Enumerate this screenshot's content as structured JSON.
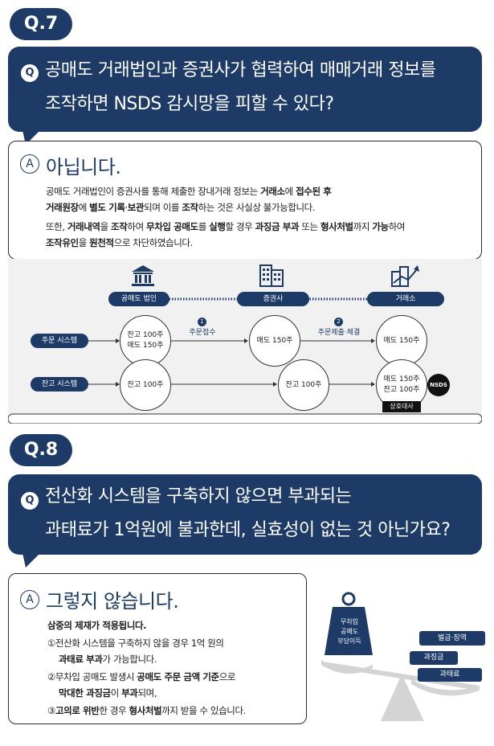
{
  "q7": {
    "tag": "Q.7",
    "icon": "Q",
    "question_line1": "공매도 거래법인과 증권사가 협력하여 매매거래 정보를",
    "question_line2": "조작하면 NSDS 감시망을 피할 수 있다?",
    "answer_icon": "A",
    "answer_title": "아닙니다.",
    "p1_l1_a": "공매도 거래법인이 증권사를 통해 제출한 장내거래 정보는 ",
    "p1_l1_b": "거래소",
    "p1_l1_c": "에 ",
    "p1_l1_d": "접수된 후",
    "p1_l2_a": "거래원장",
    "p1_l2_b": "에 ",
    "p1_l2_c": "별도 기록",
    "p1_l2_d": "·",
    "p1_l2_e": "보관",
    "p1_l2_f": "되며 이를 ",
    "p1_l2_g": "조작",
    "p1_l2_h": "하는 것은 사실상 불가능합니다.",
    "p2_l1_a": "또한, ",
    "p2_l1_b": "거래내역",
    "p2_l1_c": "을 ",
    "p2_l1_d": "조작",
    "p2_l1_e": "하여 ",
    "p2_l1_f": "무차입 공매도",
    "p2_l1_g": "를 ",
    "p2_l1_h": "실행",
    "p2_l1_i": "할 경우 ",
    "p2_l1_j": "과징금 부과",
    "p2_l1_k": " 또는 ",
    "p2_l1_l": "형사처벌",
    "p2_l1_m": "까지 ",
    "p2_l1_n": "가능",
    "p2_l1_o": "하여",
    "p2_l2_a": "조작유인",
    "p2_l2_b": "을 ",
    "p2_l2_c": "원천적",
    "p2_l2_d": "으로 차단하였습니다."
  },
  "diagram": {
    "entity1": "공매도 법인",
    "entity2": "증권사",
    "entity3": "거래소",
    "row1": "주문 시스템",
    "row2": "잔고 시스템",
    "c1_l1": "잔고 100주",
    "c1_l2": "매도 150주",
    "c2": "매도 150주",
    "c3": "매도 150주",
    "c4": "잔고 100주",
    "c5": "잔고 100주",
    "c6_l1": "매도 150주",
    "c6_l2": "잔고 100주",
    "step1_num": "1",
    "step1": "주문접수",
    "step2_num": "2",
    "step2": "주문제출·체결",
    "nsds": "NSDS",
    "compare": "상호대사"
  },
  "q8": {
    "tag": "Q.8",
    "icon": "Q",
    "question_line1": "전산화 시스템을 구축하지 않으면 부과되는",
    "question_line2": "과태료가 1억원에 불과한데, 실효성이 없는 것 아닌가요?",
    "answer_icon": "A",
    "answer_title": "그렇지 않습니다.",
    "heading": "삼중의 제재가 적용됩니다.",
    "i1_a": "①전산화 시스템을 구축하지 않을 경우 1억 원의",
    "i1_b": "과태료 부과",
    "i1_c": "가 가능합니다.",
    "i2_a": "②무차입 공매도 발생시 ",
    "i2_b": "공매도 주문 금액 기준",
    "i2_c": "으로",
    "i2_d": "막대한 과징금",
    "i2_e": "이 ",
    "i2_f": "부과",
    "i2_g": "되며,",
    "i3_a": "③",
    "i3_b": "고의로 위반",
    "i3_c": "한 경우 ",
    "i3_d": "형사처벌",
    "i3_e": "까지 받을 수 있습니다.",
    "weight_l1": "무차입",
    "weight_l2": "공매도",
    "weight_l3": "부당이득",
    "pen1": "벌금·징역",
    "pen2": "과징금",
    "pen3": "과태료"
  },
  "colors": {
    "navy": "#1d3b66",
    "diagram_bg": "#f1f1f1",
    "scale_gray": "#d4d4d4"
  }
}
